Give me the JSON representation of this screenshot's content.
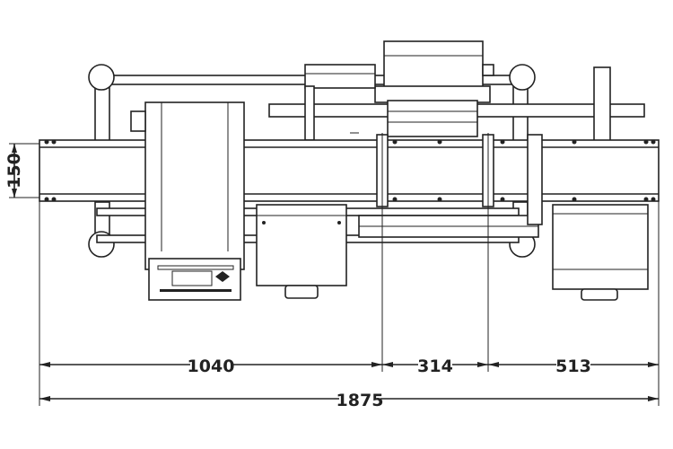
{
  "dimensions": {
    "conveyor_width": "150",
    "section_1": "1040",
    "section_2": "314",
    "section_3": "513",
    "overall": "1875"
  },
  "colors": {
    "line": "#222222",
    "background": "#ffffff"
  }
}
